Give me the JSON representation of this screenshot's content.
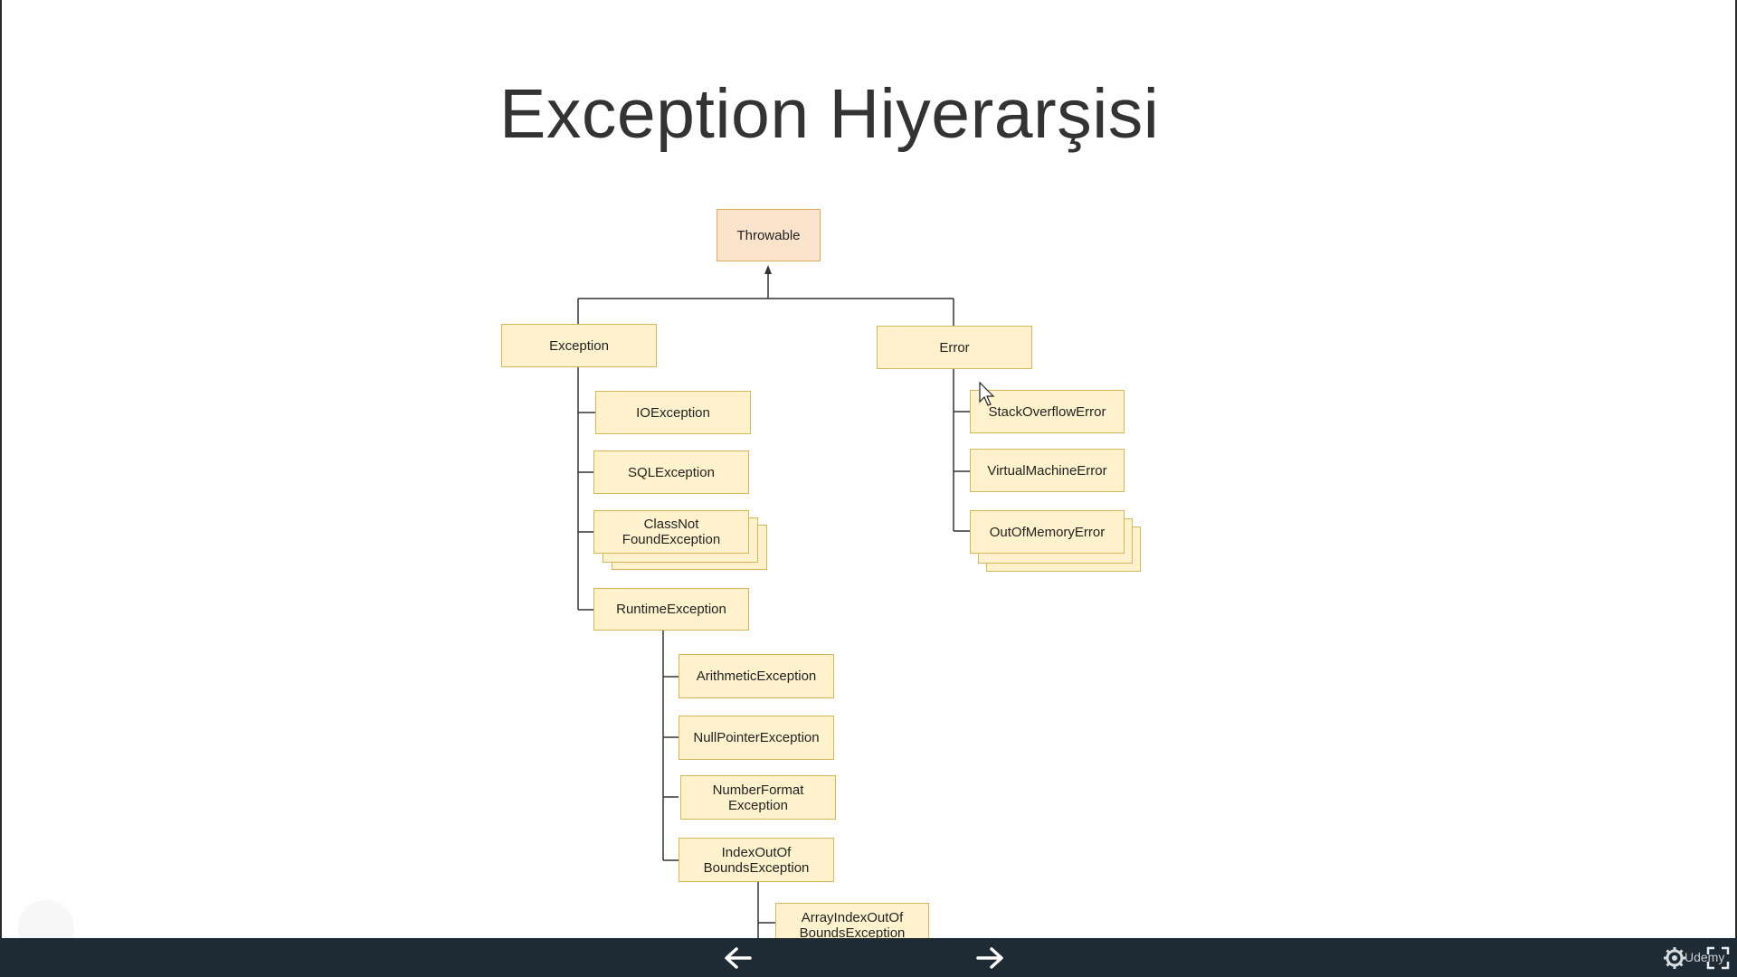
{
  "slide": {
    "title": "Exception Hiyerarşisi"
  },
  "diagram": {
    "nodes": {
      "throwable": "Throwable",
      "exception": "Exception",
      "error": "Error",
      "io": "IOException",
      "sql": "SQLException",
      "classnotfound": "ClassNot\nFoundException",
      "runtime": "RuntimeException",
      "arithmetic": "ArithmeticException",
      "nullpointer": "NullPointerException",
      "numberformat": "NumberFormat\nException",
      "indexoutofbounds": "IndexOutOf\nBoundsException",
      "arrayindex": "ArrayIndexOutOf\nBoundsException",
      "stackoverflow": "StackOverflowError",
      "virtualmachine": "VirtualMachineError",
      "outofmemory": "OutOfMemoryError"
    }
  },
  "player": {
    "brand": "Udemy",
    "icons": {
      "prev": "arrow-left-icon",
      "next": "arrow-right-icon",
      "settings": "gear-icon",
      "fullscreen": "fullscreen-icon"
    }
  },
  "colors": {
    "node_fill": "#fff2cc",
    "node_border": "#d6b656",
    "root_fill": "#fce4cc",
    "bar": "#1e2b35"
  }
}
